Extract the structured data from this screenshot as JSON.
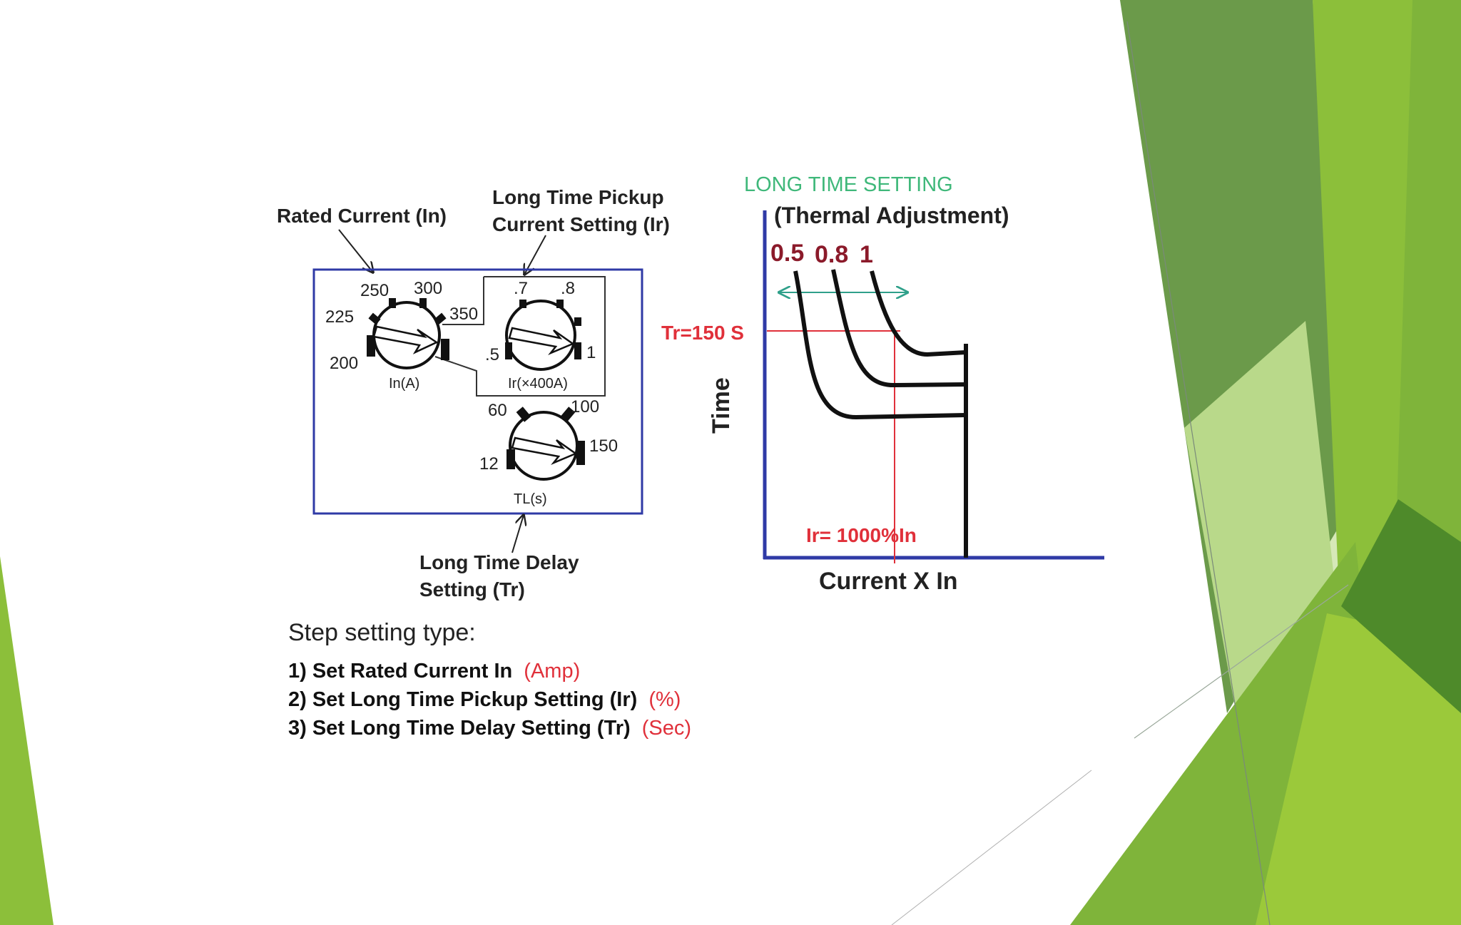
{
  "colors": {
    "green_dark": "#6b9a4a",
    "green_mid": "#7fb43a",
    "green_light": "#9bc93a",
    "green_pale": "#d6e8b8",
    "axis_blue": "#2f3aa6",
    "accent_red": "#e0303a",
    "curve_label_red": "#8b1a2a",
    "title_green": "#3fb87a",
    "teal_arrow": "#2fa08a"
  },
  "panel": {
    "rated_current_label": "Rated Current (In)",
    "pickup_label_line1": "Long Time Pickup",
    "pickup_label_line2": "Current Setting (Ir)",
    "delay_label_line1": "Long Time Delay",
    "delay_label_line2": "Setting (Tr)",
    "dial_in": {
      "caption": "In(A)",
      "ticks": [
        "200",
        "225",
        "250",
        "300",
        "350"
      ]
    },
    "dial_ir": {
      "caption": "Ir(×400A)",
      "ticks": [
        ".5",
        ".7",
        ".8",
        "1"
      ]
    },
    "dial_tl": {
      "caption": "TL(s)",
      "ticks": [
        "12",
        "60",
        "100",
        "150"
      ]
    }
  },
  "chart": {
    "title": "LONG TIME SETTING",
    "subtitle": "(Thermal Adjustment)",
    "ylabel": "Time",
    "xlabel": "Current X In",
    "curve_labels": [
      "0.5",
      "0.8",
      "1"
    ],
    "tr_marker": "Tr=150 S",
    "ir_marker": "Ir= 1000%In"
  },
  "steps": {
    "title": "Step setting type:",
    "items": [
      {
        "text": "1) Set Rated Current In",
        "unit": "(Amp)"
      },
      {
        "text": "2) Set Long Time Pickup Setting (Ir)",
        "unit": "(%)"
      },
      {
        "text": "3) Set Long Time Delay Setting (Tr)",
        "unit": "(Sec)"
      }
    ]
  }
}
